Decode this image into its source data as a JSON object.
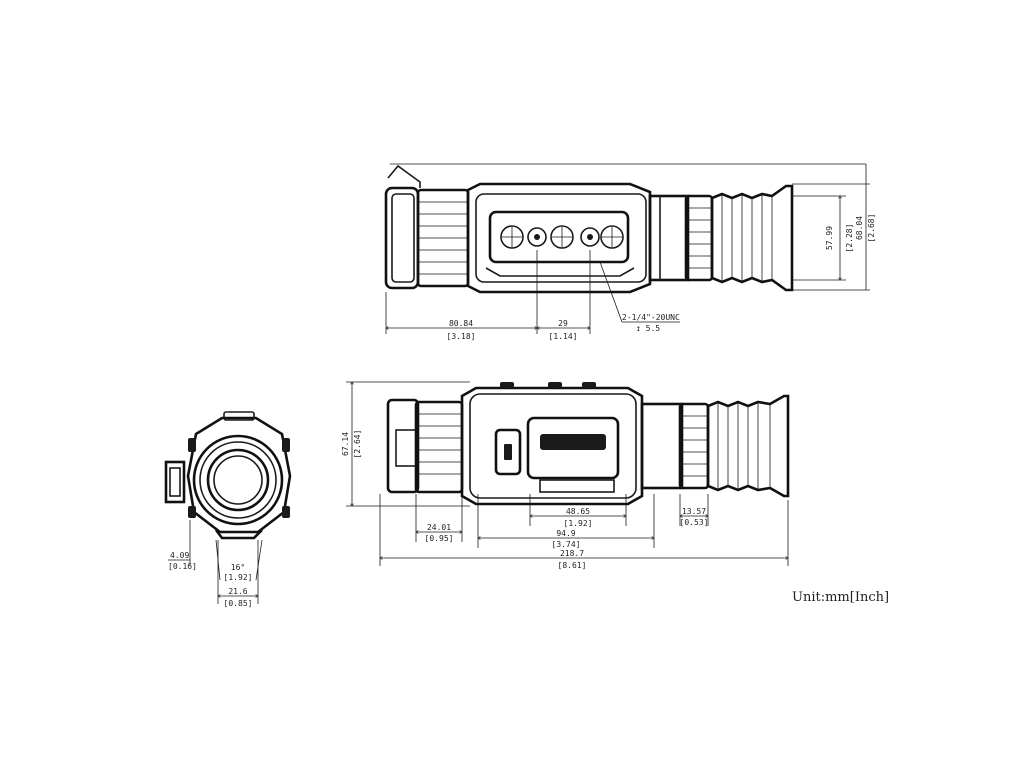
{
  "drawing": {
    "unit_label": "Unit:mm[Inch]",
    "top_view": {
      "dims": {
        "len_to_mount": "80.84",
        "len_to_mount_in": "[3.18]",
        "mount_spacing": "29",
        "mount_spacing_in": "[1.14]",
        "height_body": "57.99",
        "height_body_in": "[2.28]",
        "height_total": "68.04",
        "height_total_in": "[2.68]",
        "thread": "2-1/4\"-20UNC",
        "thread_depth": "↧ 5.5"
      }
    },
    "side_view": {
      "dims": {
        "height": "67.14",
        "height_in": "[2.64]",
        "focus_ring": "24.01",
        "focus_ring_in": "[0.95]",
        "center": "48.65",
        "center_in": "[1.92]",
        "body": "94.9",
        "body_in": "[3.74]",
        "total": "218.7",
        "total_in": "[8.61]",
        "eyepiece": "13.57",
        "eyepiece_in": "[0.53]"
      }
    },
    "front_view": {
      "dims": {
        "rail_offset": "4.09",
        "rail_offset_in": "[0.16]",
        "rail_angle": "16°",
        "rail_angle_in": "[1.92]",
        "rail_width": "21.6",
        "rail_width_in": "[0.85]"
      }
    }
  }
}
